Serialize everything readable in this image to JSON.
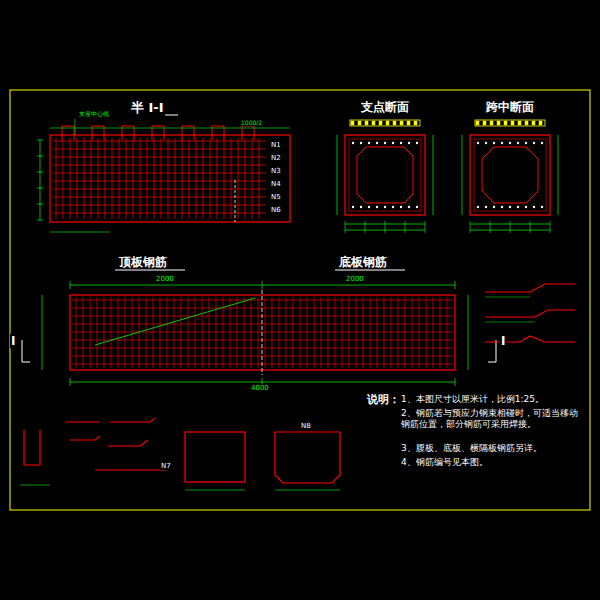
{
  "diagram": {
    "labels": [
      "半 I-I",
      "支点断面",
      "跨中断面",
      "顶板钢筋",
      "底板钢筋",
      "说明：",
      "1、本图尺寸以厘米计，比例1:25。",
      "2、钢筋若与预应力钢束相碰时，可适当移动钢筋位置，部分钢筋可采用焊接。",
      "3、腹板、底板、横隔板钢筋另详。",
      "4、钢筋编号见本图。",
      "I",
      "I",
      "支座中心线",
      "1000/2",
      "2000",
      "2000",
      "4000",
      "N1",
      "N2",
      "N3",
      "N4",
      "N5",
      "N6",
      "N7",
      "N8"
    ]
  }
}
